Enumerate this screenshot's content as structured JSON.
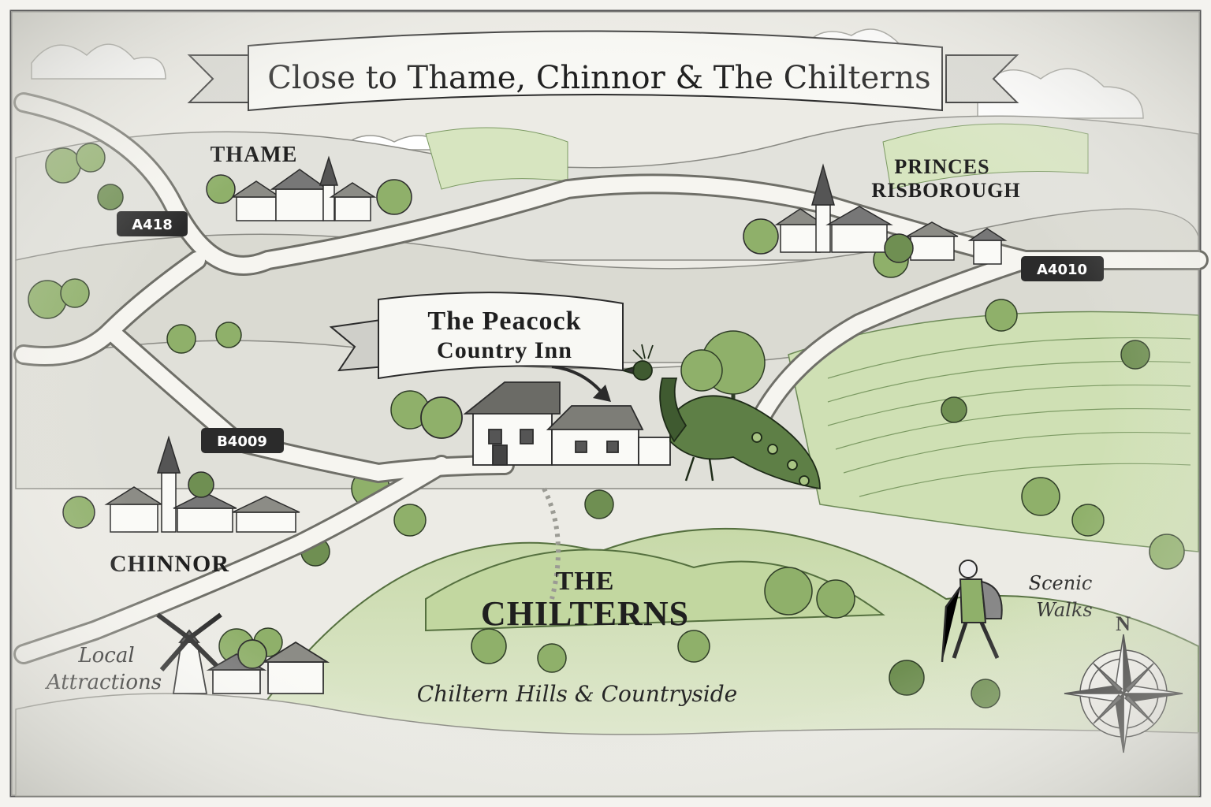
{
  "banner": {
    "title": "Close to Thame, Chinnor & The Chilterns"
  },
  "inn": {
    "line1": "The Peacock",
    "line2": "Country Inn"
  },
  "towns": {
    "thame": "THAME",
    "princes_1": "PRINCES",
    "princes_2": "RISBOROUGH",
    "chinnor": "CHINNOR"
  },
  "region": {
    "line1": "THE",
    "line2": "CHILTERNS",
    "subtitle": "Chiltern Hills & Countryside"
  },
  "features": {
    "local_1": "Local",
    "local_2": "Attractions",
    "scenic_1": "Scenic",
    "scenic_2": "Walks"
  },
  "roads": {
    "a418": "A418",
    "b4009": "B4009",
    "a4010": "A4010"
  },
  "compass": {
    "north": "N"
  },
  "colors": {
    "paper": "#f4f3ef",
    "ink": "#1f1f1f",
    "green": "#8fb06a",
    "dark_green": "#4f6b3c",
    "road_sign": "#2b2b2b"
  }
}
